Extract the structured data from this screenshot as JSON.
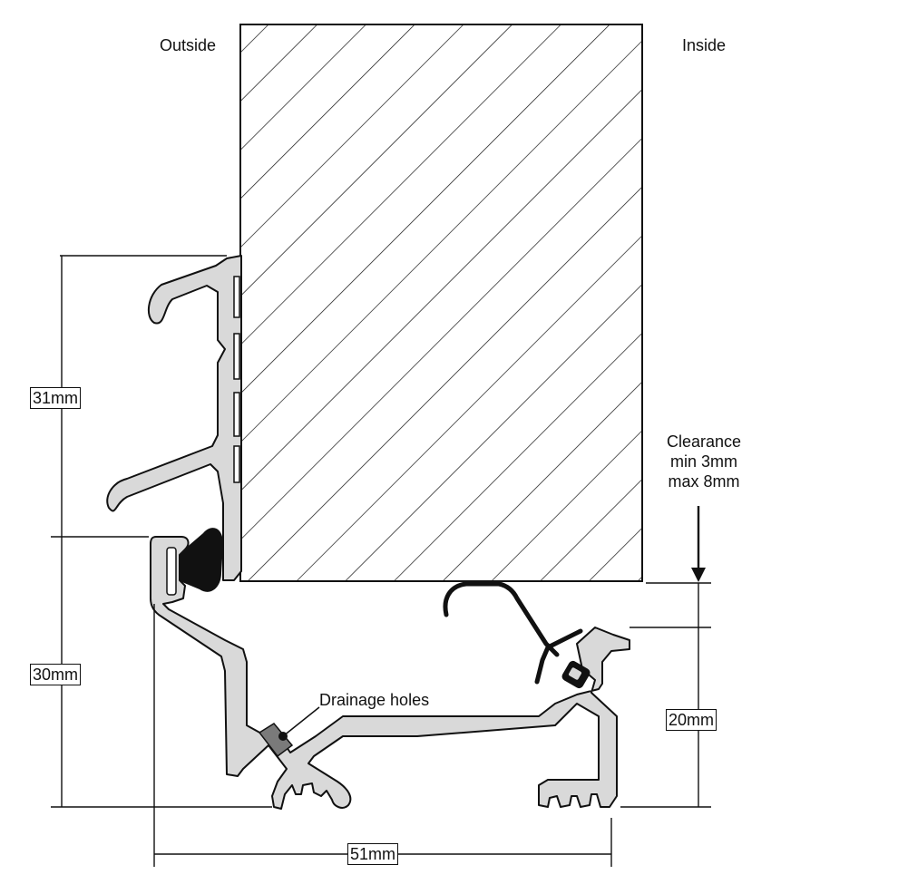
{
  "labels": {
    "outside": "Outside",
    "inside": "Inside",
    "drainage": "Drainage holes",
    "clearance": [
      "Clearance",
      "min 3mm",
      "max 8mm"
    ]
  },
  "dimensions": {
    "upper_height": "31mm",
    "lower_height": "30mm",
    "inner_height": "20mm",
    "width": "51mm"
  },
  "colors": {
    "line": "#111111",
    "profile_fill": "#d9d9d9",
    "seal_fill": "#111111",
    "drain_fill": "#7a7a7a",
    "background": "#ffffff"
  }
}
